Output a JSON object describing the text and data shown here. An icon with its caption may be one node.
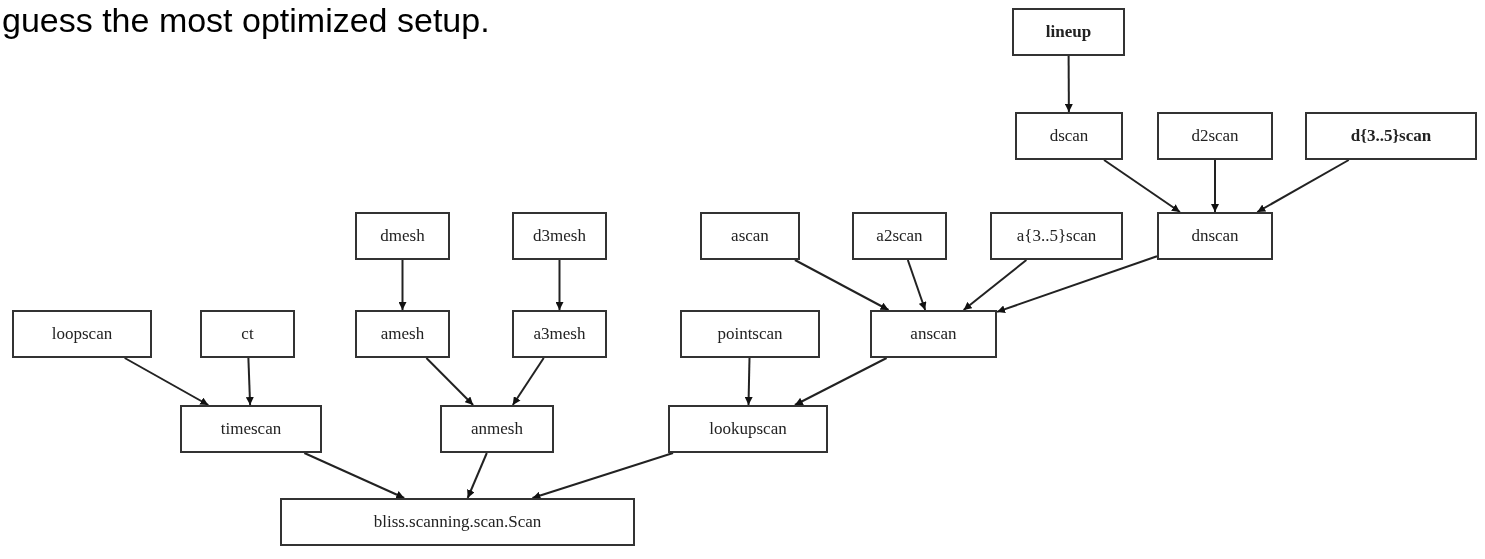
{
  "diagram": {
    "nodes": [
      {
        "text": [
          "lineup"
        ]
      },
      {
        "text": [
          "dscan"
        ]
      },
      {
        "text": [
          "d2scan"
        ]
      },
      {
        "text": [
          "d{3..5}scan"
        ]
      },
      {
        "text": [
          "dmesh"
        ]
      },
      {
        "text": [
          "d3mesh"
        ]
      },
      {
        "text": [
          "ascan"
        ]
      },
      {
        "text": [
          "a2scan"
        ]
      },
      {
        "text": [
          "a{3..5}scan"
        ]
      },
      {
        "text": [
          "dnscan"
        ]
      },
      {
        "text": [
          "loopscan"
        ]
      },
      {
        "text": [
          "ct"
        ]
      },
      {
        "text": [
          "amesh"
        ]
      },
      {
        "text": [
          "a3mesh"
        ]
      },
      {
        "text": [
          "pointscan"
        ]
      },
      {
        "text": [
          "anscan"
        ]
      },
      {
        "text": [
          "timescan"
        ]
      },
      {
        "text": [
          "anmesh"
        ]
      },
      {
        "text": [
          "lookupscan"
        ]
      },
      {
        "text": [
          "bliss.scanning.scan.Scan"
        ]
      }
    ],
    "edges": [
      {
        "from": 0,
        "to": 1,
        "arrow": "to"
      },
      {
        "from": 1,
        "to": 9,
        "arrow": "to"
      },
      {
        "from": 2,
        "to": 9,
        "arrow": "to"
      },
      {
        "from": 3,
        "to": 9,
        "arrow": "to"
      },
      {
        "from": 4,
        "to": 12,
        "arrow": "to"
      },
      {
        "from": 5,
        "to": 13,
        "arrow": "to"
      },
      {
        "from": 6,
        "to": 15,
        "arrow": "to"
      },
      {
        "from": 7,
        "to": 15,
        "arrow": "to"
      },
      {
        "from": 8,
        "to": 15,
        "arrow": "to"
      },
      {
        "from": 9,
        "to": 15,
        "arrow": "to"
      },
      {
        "from": 10,
        "to": 16,
        "arrow": "to"
      },
      {
        "from": 11,
        "to": 16,
        "arrow": "to"
      },
      {
        "from": 12,
        "to": 17,
        "arrow": "to"
      },
      {
        "from": 13,
        "to": 17,
        "arrow": "to"
      },
      {
        "from": 14,
        "to": 18,
        "arrow": "to"
      },
      {
        "from": 15,
        "to": 18,
        "arrow": "to"
      },
      {
        "from": 16,
        "to": 19,
        "arrow": "to"
      },
      {
        "from": 17,
        "to": 19,
        "arrow": "to"
      },
      {
        "from": 18,
        "to": 19,
        "arrow": "to"
      }
    ],
    "labels": [
      "guess the most optimized setup."
    ]
  }
}
